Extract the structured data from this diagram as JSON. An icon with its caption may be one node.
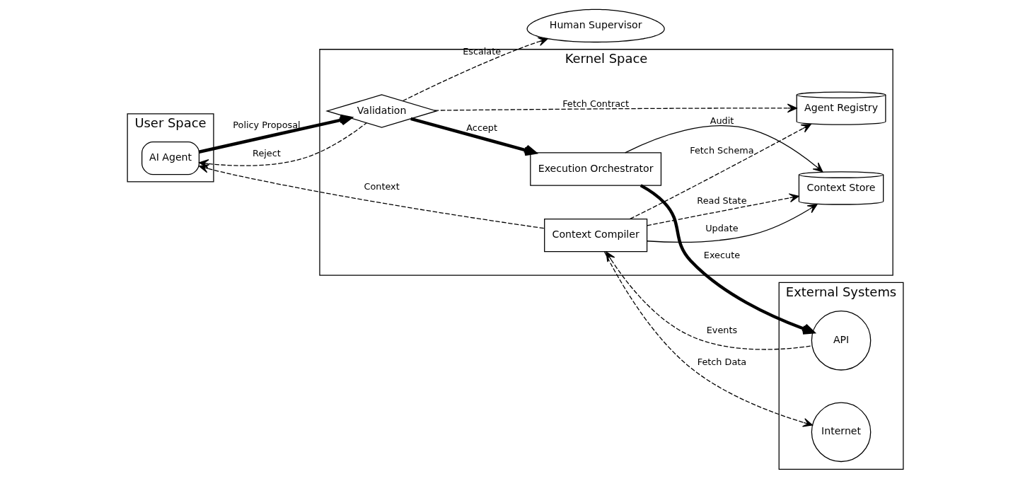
{
  "diagram": {
    "nodes": [
      {
        "text": [
          "User Space"
        ]
      },
      {
        "text": [
          "AI Agent"
        ],
        "in": 0
      },
      {
        "text": [
          "Kernel Space"
        ]
      },
      {
        "text": [
          "Validation"
        ],
        "in": 2
      },
      {
        "text": [
          "Execution Orchestrator"
        ],
        "in": 2
      },
      {
        "text": [
          "Context Compiler"
        ],
        "in": 2
      },
      {
        "text": [
          "Agent Registry"
        ],
        "in": 2
      },
      {
        "text": [
          "Context Store"
        ],
        "in": 2
      },
      {
        "text": [
          "External Systems"
        ]
      },
      {
        "text": [
          "API"
        ],
        "in": 8
      },
      {
        "text": [
          "Internet"
        ],
        "in": 8
      },
      {
        "text": [
          "Human Supervisor"
        ]
      }
    ],
    "edges": [
      {
        "from": 1,
        "to": 3,
        "arrow": "to",
        "label": "Policy Proposal",
        "style": "thick"
      },
      {
        "from": 3,
        "to": 1,
        "arrow": "to",
        "label": "Reject",
        "style": "dashed"
      },
      {
        "from": 3,
        "to": 11,
        "arrow": "to",
        "label": "Escalate",
        "style": "dashed"
      },
      {
        "from": 3,
        "to": 4,
        "arrow": "to",
        "label": "Accept",
        "style": "thick"
      },
      {
        "from": 4,
        "to": 9,
        "arrow": "to",
        "label": "Execute",
        "style": "thick"
      },
      {
        "from": 9,
        "to": 5,
        "arrow": "to",
        "label": "Events",
        "style": "dashed"
      },
      {
        "from": 5,
        "to": 1,
        "arrow": "to",
        "label": "Context",
        "style": "dashed"
      },
      {
        "from": 3,
        "to": 6,
        "arrow": "to",
        "label": "Fetch Contract",
        "style": "dashed"
      },
      {
        "from": 5,
        "to": 6,
        "arrow": "to",
        "label": "Fetch Schema",
        "style": "dashed"
      },
      {
        "from": 4,
        "to": 7,
        "arrow": "to",
        "label": "Audit"
      },
      {
        "from": 5,
        "to": 7,
        "arrow": "to",
        "label": "Read State",
        "style": "dashed"
      },
      {
        "from": 5,
        "to": 7,
        "arrow": "to",
        "label": "Update"
      },
      {
        "from": 5,
        "to": 10,
        "arrow": "to",
        "label": "Fetch Data",
        "style": "dashed"
      }
    ]
  }
}
